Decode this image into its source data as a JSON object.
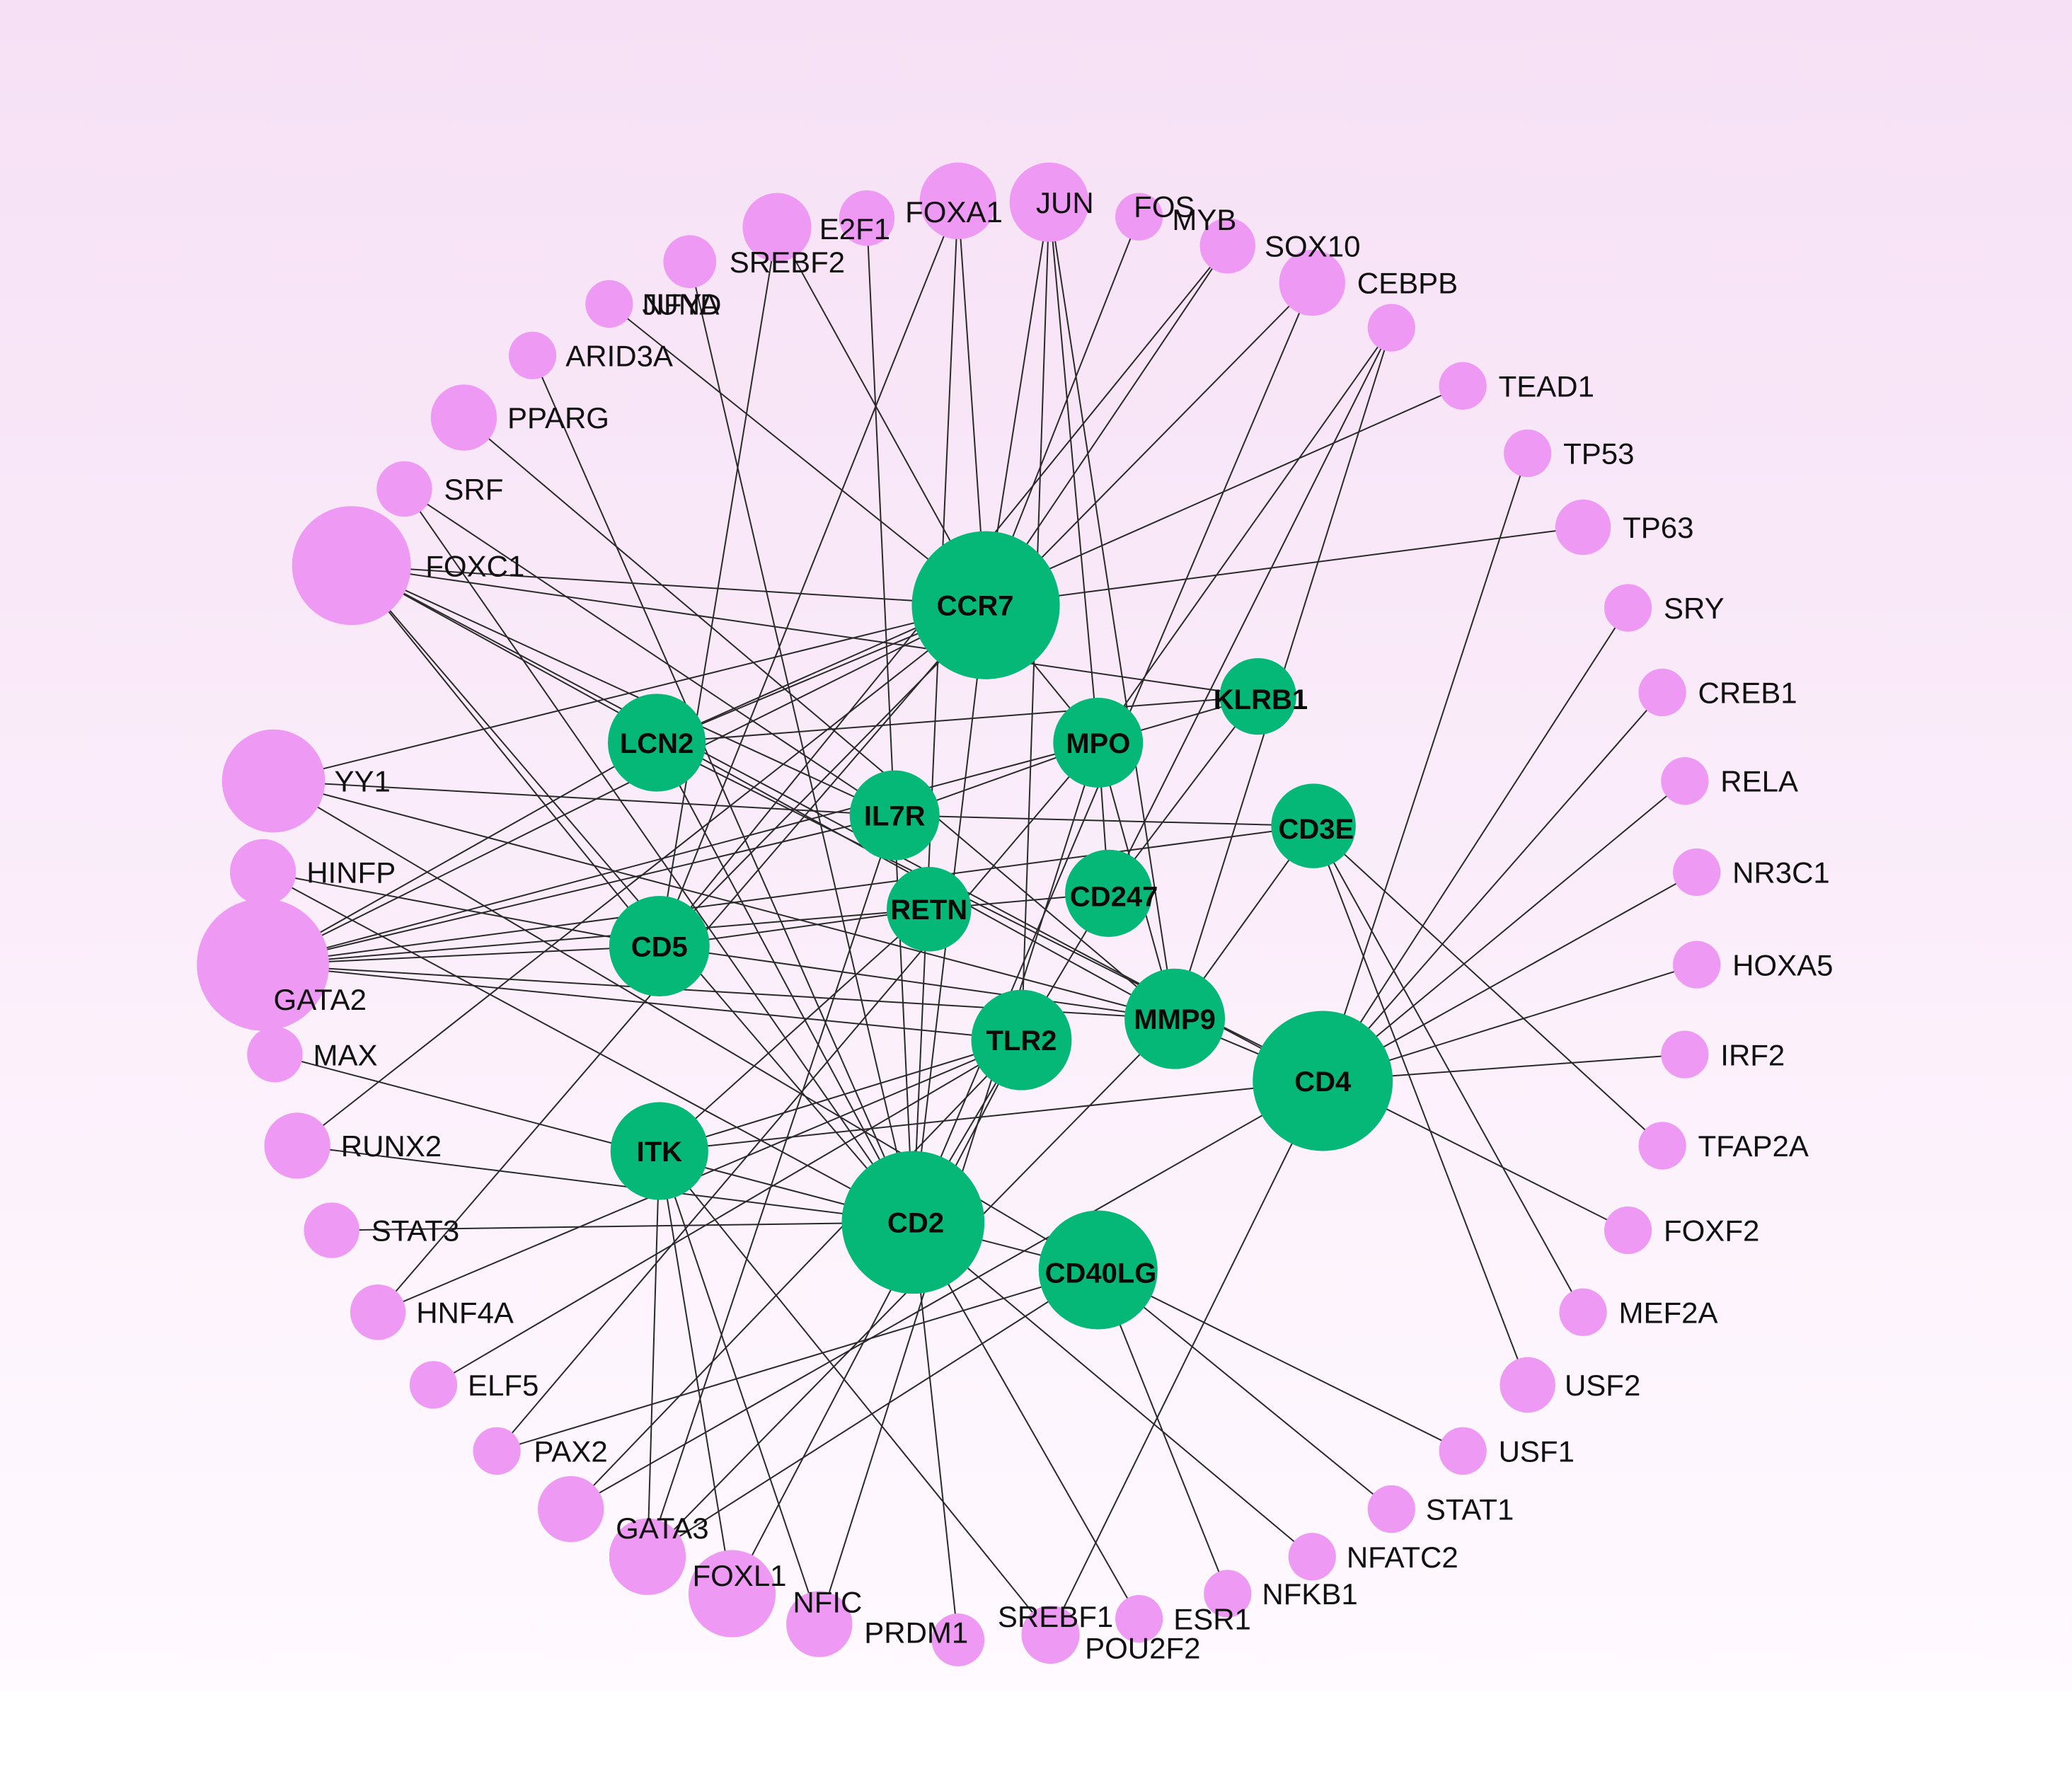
{
  "colors": {
    "background_top": "#f6e0f5",
    "background_bottom": "#fffaff",
    "transcription_factor_node": "#ee99f3",
    "gene_node": "#06b877",
    "edge": "#2a2a2a"
  },
  "network": {
    "genes": [
      "CCR7",
      "KLRB1",
      "LCN2",
      "MPO",
      "IL7R",
      "CD3E",
      "RETN",
      "CD247",
      "CD5",
      "MMP9",
      "TLR2",
      "CD4",
      "ITK",
      "CD2",
      "CD40LG"
    ],
    "transcription_factors": [
      "FOXA1",
      "JUN",
      "E2F1",
      "FOS",
      "MYB",
      "SREBF2",
      "SOX10",
      "CEBPB",
      "NFYA",
      "JUND",
      "ARID3A",
      "TEAD1",
      "PPARG",
      "TP53",
      "SRF",
      "TP63",
      "FOXC1",
      "SRY",
      "CREB1",
      "YY1",
      "RELA",
      "HINFP",
      "NR3C1",
      "GATA2",
      "HOXA5",
      "MAX",
      "IRF2",
      "RUNX2",
      "TFAP2A",
      "STAT3",
      "FOXF2",
      "HNF4A",
      "MEF2A",
      "ELF5",
      "USF2",
      "PAX2",
      "USF1",
      "GATA3",
      "STAT1",
      "FOXL1",
      "NFATC2",
      "NFIC",
      "NFKB1",
      "PRDM1",
      "SREBF1",
      "ESR1",
      "POU2F2"
    ],
    "edges": [
      [
        "E2F1",
        "CD2"
      ],
      [
        "FOXA1",
        "CD5"
      ],
      [
        "FOXA1",
        "CD2"
      ],
      [
        "FOXA1",
        "CCR7"
      ],
      [
        "JUN",
        "CCR7"
      ],
      [
        "JUN",
        "MPO"
      ],
      [
        "JUN",
        "MMP9"
      ],
      [
        "JUN",
        "TLR2"
      ],
      [
        "FOS",
        "CCR7"
      ],
      [
        "MYB",
        "CD5"
      ],
      [
        "MYB",
        "CCR7"
      ],
      [
        "SOX10",
        "CD5"
      ],
      [
        "SOX10",
        "CD2"
      ],
      [
        "CEBPB",
        "MPO"
      ],
      [
        "CEBPB",
        "MMP9"
      ],
      [
        "CEBPB",
        "CD247"
      ],
      [
        "JUND",
        "CCR7"
      ],
      [
        "TEAD1",
        "LCN2"
      ],
      [
        "TP53",
        "CD4"
      ],
      [
        "TP63",
        "CCR7"
      ],
      [
        "SRY",
        "CD4"
      ],
      [
        "CREB1",
        "CD4"
      ],
      [
        "RELA",
        "CD4"
      ],
      [
        "NR3C1",
        "CD4"
      ],
      [
        "HOXA5",
        "CD4"
      ],
      [
        "IRF2",
        "CD4"
      ],
      [
        "TFAP2A",
        "CD3E"
      ],
      [
        "FOXF2",
        "LCN2"
      ],
      [
        "MEF2A",
        "CD3E"
      ],
      [
        "USF2",
        "CD3E"
      ],
      [
        "USF1",
        "CD40LG"
      ],
      [
        "STAT1",
        "CD40LG"
      ],
      [
        "NFATC2",
        "CD2"
      ],
      [
        "NFKB1",
        "CD40LG"
      ],
      [
        "ESR1",
        "CD2"
      ],
      [
        "POU2F2",
        "CD2"
      ],
      [
        "SREBF1",
        "ITK"
      ],
      [
        "SREBF1",
        "CD4"
      ],
      [
        "PRDM1",
        "ITK"
      ],
      [
        "PRDM1",
        "MPO"
      ],
      [
        "NFIC",
        "ITK"
      ],
      [
        "NFIC",
        "TLR2"
      ],
      [
        "FOXL1",
        "ITK"
      ],
      [
        "FOXL1",
        "IL7R"
      ],
      [
        "FOXL1",
        "CD40LG"
      ],
      [
        "FOXL1",
        "MMP9"
      ],
      [
        "GATA3",
        "CD4"
      ],
      [
        "GATA3",
        "TLR2"
      ],
      [
        "PAX2",
        "CD40LG"
      ],
      [
        "PAX2",
        "MPO"
      ],
      [
        "ELF5",
        "TLR2"
      ],
      [
        "HNF4A",
        "TLR2"
      ],
      [
        "HNF4A",
        "CCR7"
      ],
      [
        "STAT3",
        "CD2"
      ],
      [
        "RUNX2",
        "CD2"
      ],
      [
        "RUNX2",
        "CCR7"
      ],
      [
        "MAX",
        "CD2"
      ],
      [
        "GATA2",
        "CCR7"
      ],
      [
        "GATA2",
        "LCN2"
      ],
      [
        "GATA2",
        "IL7R"
      ],
      [
        "GATA2",
        "RETN"
      ],
      [
        "GATA2",
        "TLR2"
      ],
      [
        "GATA2",
        "CD5"
      ],
      [
        "GATA2",
        "MMP9"
      ],
      [
        "GATA2",
        "MPO"
      ],
      [
        "GATA2",
        "CD3E"
      ],
      [
        "HINFP",
        "CD5"
      ],
      [
        "HINFP",
        "CD2"
      ],
      [
        "YY1",
        "CCR7"
      ],
      [
        "YY1",
        "IL7R"
      ],
      [
        "YY1",
        "CD40LG"
      ],
      [
        "YY1",
        "MMP9"
      ],
      [
        "FOXC1",
        "CCR7"
      ],
      [
        "FOXC1",
        "KLRB1"
      ],
      [
        "FOXC1",
        "IL7R"
      ],
      [
        "FOXC1",
        "CD5"
      ],
      [
        "FOXC1",
        "CD2"
      ],
      [
        "FOXC1",
        "MMP9"
      ],
      [
        "FOXC1",
        "CD4"
      ],
      [
        "SRF",
        "IL7R"
      ],
      [
        "SRF",
        "CD2"
      ],
      [
        "PPARG",
        "MMP9"
      ],
      [
        "ARID3A",
        "CD2"
      ],
      [
        "NFYA",
        "CD2"
      ],
      [
        "SREBF2",
        "CCR7"
      ],
      [
        "SREBF2",
        "CD5"
      ],
      [
        "CCR7",
        "MPO"
      ],
      [
        "CCR7",
        "LCN2"
      ],
      [
        "CCR7",
        "CD2"
      ],
      [
        "MPO",
        "KLRB1"
      ],
      [
        "MPO",
        "CD247"
      ],
      [
        "MPO",
        "IL7R"
      ],
      [
        "MPO",
        "MMP9"
      ],
      [
        "IL7R",
        "CD3E"
      ],
      [
        "RETN",
        "CD247"
      ],
      [
        "RETN",
        "CD5"
      ],
      [
        "CD247",
        "TLR2"
      ],
      [
        "MMP9",
        "CD4"
      ],
      [
        "TLR2",
        "CD2"
      ],
      [
        "ITK",
        "CD4"
      ],
      [
        "CD2",
        "CD40LG"
      ],
      [
        "CD3E",
        "MMP9"
      ],
      [
        "KLRB1",
        "CD247"
      ],
      [
        "LCN2",
        "CD2"
      ],
      [
        "LCN2",
        "KLRB1"
      ],
      [
        "RETN",
        "ITK"
      ],
      [
        "MMP9",
        "CD5"
      ],
      [
        "TLR2",
        "ITK"
      ]
    ]
  }
}
